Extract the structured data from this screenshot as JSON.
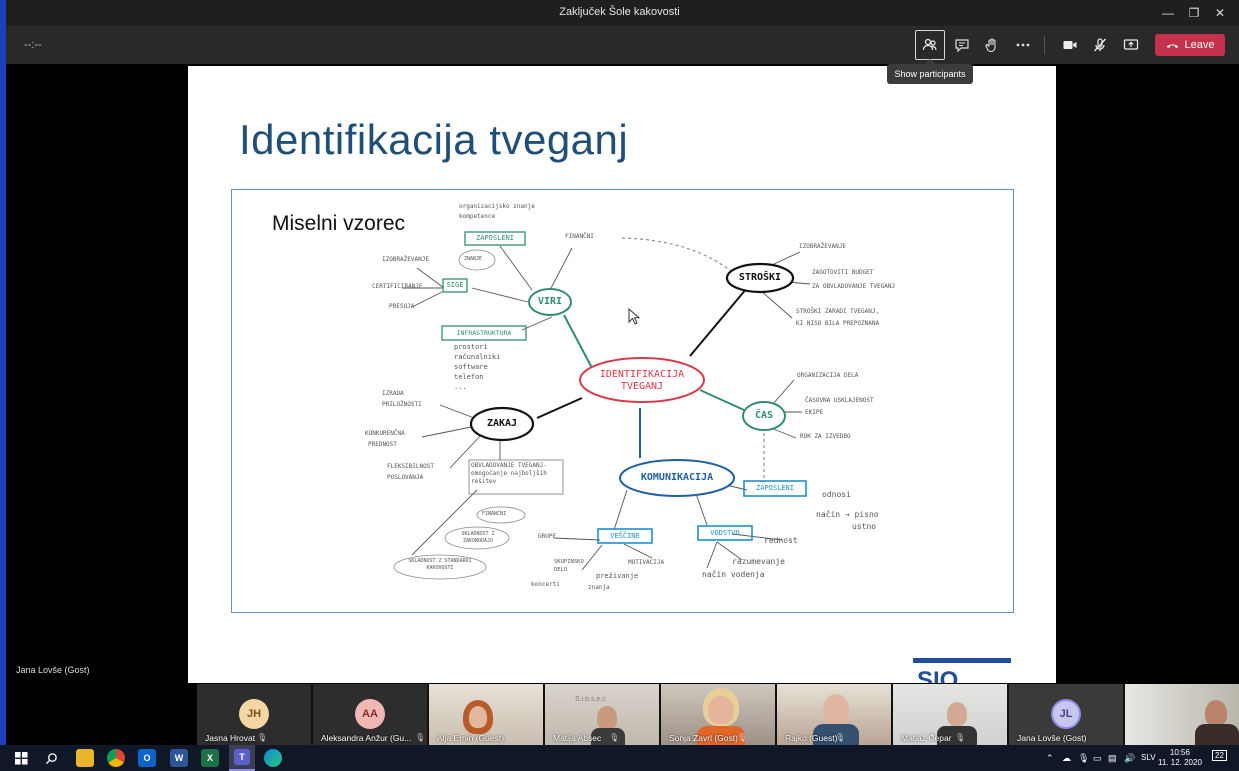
{
  "window": {
    "title": "Zaključek Šole kakovosti"
  },
  "call": {
    "timer": "--:--",
    "tooltip": "Show participants",
    "leave_label": "Leave"
  },
  "slide": {
    "title": "Identifikacija tveganj",
    "mindmap_label": "Miselni vzorec",
    "center": "IDENTIFIKACIJA TVEGANJ",
    "nodes": {
      "viri": "VIRI",
      "stroski": "STROŠKI",
      "cas": "ČAS",
      "zakaj": "ZAKAJ",
      "komunikacija": "KOMUNIKACIJA"
    },
    "boxes": {
      "zaposleni_top": "ZAPOSLENI",
      "sige": "SIGE",
      "infrastruktura": "INFRASTRUKTURA",
      "obvladovanje": "OBVLADOVANJE TVEGANJ-omogočanje najboljših rešitev",
      "zaposleni_right": "ZAPOSLENI",
      "vescine": "VEŠČINE",
      "vodstvo": "VODSTVO"
    },
    "notes": {
      "org_znanje": "organizacijsko znanje",
      "kompetence": "kompetence",
      "financni": "FINANČNI",
      "izobrazevanje_left": "IZOBRAŽEVANJE",
      "certificiranje": "CERTIFICIRANJE",
      "presoja": "PRESOJA",
      "znanje": "ZNANJE",
      "prostori": "prostori",
      "racunalniki": "računalniki",
      "software": "software",
      "telefon": "telefon",
      "dots": "...",
      "izobrazevanje_right": "IZOBRAŽEVANJE",
      "zagotoviti": "ZAGOTOVITI BUDGET",
      "za_obvladovanje": "ZA OBVLADOVANJE TVEGANJ",
      "stroski_zaradi": "STROŠKI ZARADI TVEGANJ,",
      "ki_niso": "KI NISO BILA PREPOZNANA",
      "organizacija_dela": "ORGANIZACIJA DELA",
      "casovna": "ČASOVNA USKLAJENOST",
      "ekipe": "EKIPE",
      "rok": "ROK ZA IZVEDBO",
      "izrada": "IZRADA",
      "prilaznosti": "PRILOŽNOSTI",
      "konkurencna": "KONKURENČNA",
      "prednost": "PREDNOST",
      "fleksibilnost": "FLEKSIBILNOST",
      "poslovanja": "POSLOVANJA",
      "financni2": "FINANČNI",
      "skladnost_zakon": "SKLADNOST Z ZAKONODAJO",
      "skladnost_standard": "SKLADNOST Z STANDARDI KAKOVOSTI",
      "odnosi": "odnosi",
      "nacin": "način → pisno",
      "ustno": "ustno",
      "rednost": "rednost",
      "razumevanje": "razumevanje",
      "nacin_vodenja": "način vodenja",
      "grupe": "GRUPE",
      "skupinsko": "SKUPINSKO DELO",
      "prezivanje": "preživanje",
      "motivacija": "MOTIVACIJA",
      "koncerti": "koncerti",
      "znanja": "znanja"
    }
  },
  "presenter": "Jana Lovše (Gost)",
  "participants": [
    {
      "initials": "JH",
      "name": "Jasna Hrovat",
      "avatar_bg": "#f3d6a4",
      "avatar_fg": "#7a4f12"
    },
    {
      "initials": "AA",
      "name": "Aleksandra Anžur (Gu...",
      "avatar_bg": "#f0b8b4",
      "avatar_fg": "#8b2a2a"
    },
    {
      "name": "Alja Ernin (Guest)"
    },
    {
      "name": "Matija Absec",
      "wall": "S.i.b.s.e.c"
    },
    {
      "name": "Sonja Zavrl (Gost)"
    },
    {
      "name": "Rajko (Guest)"
    },
    {
      "name": "Matjaž Čepar"
    },
    {
      "initials": "JL",
      "name": "Jana Lovše (Gost)",
      "avatar_bg": "#c7c6ee",
      "avatar_fg": "#44418a"
    },
    {
      "name": ""
    }
  ],
  "taskbar": {
    "language": "SLV",
    "time": "10:56",
    "date": "11. 12. 2020",
    "notifications": "22"
  }
}
